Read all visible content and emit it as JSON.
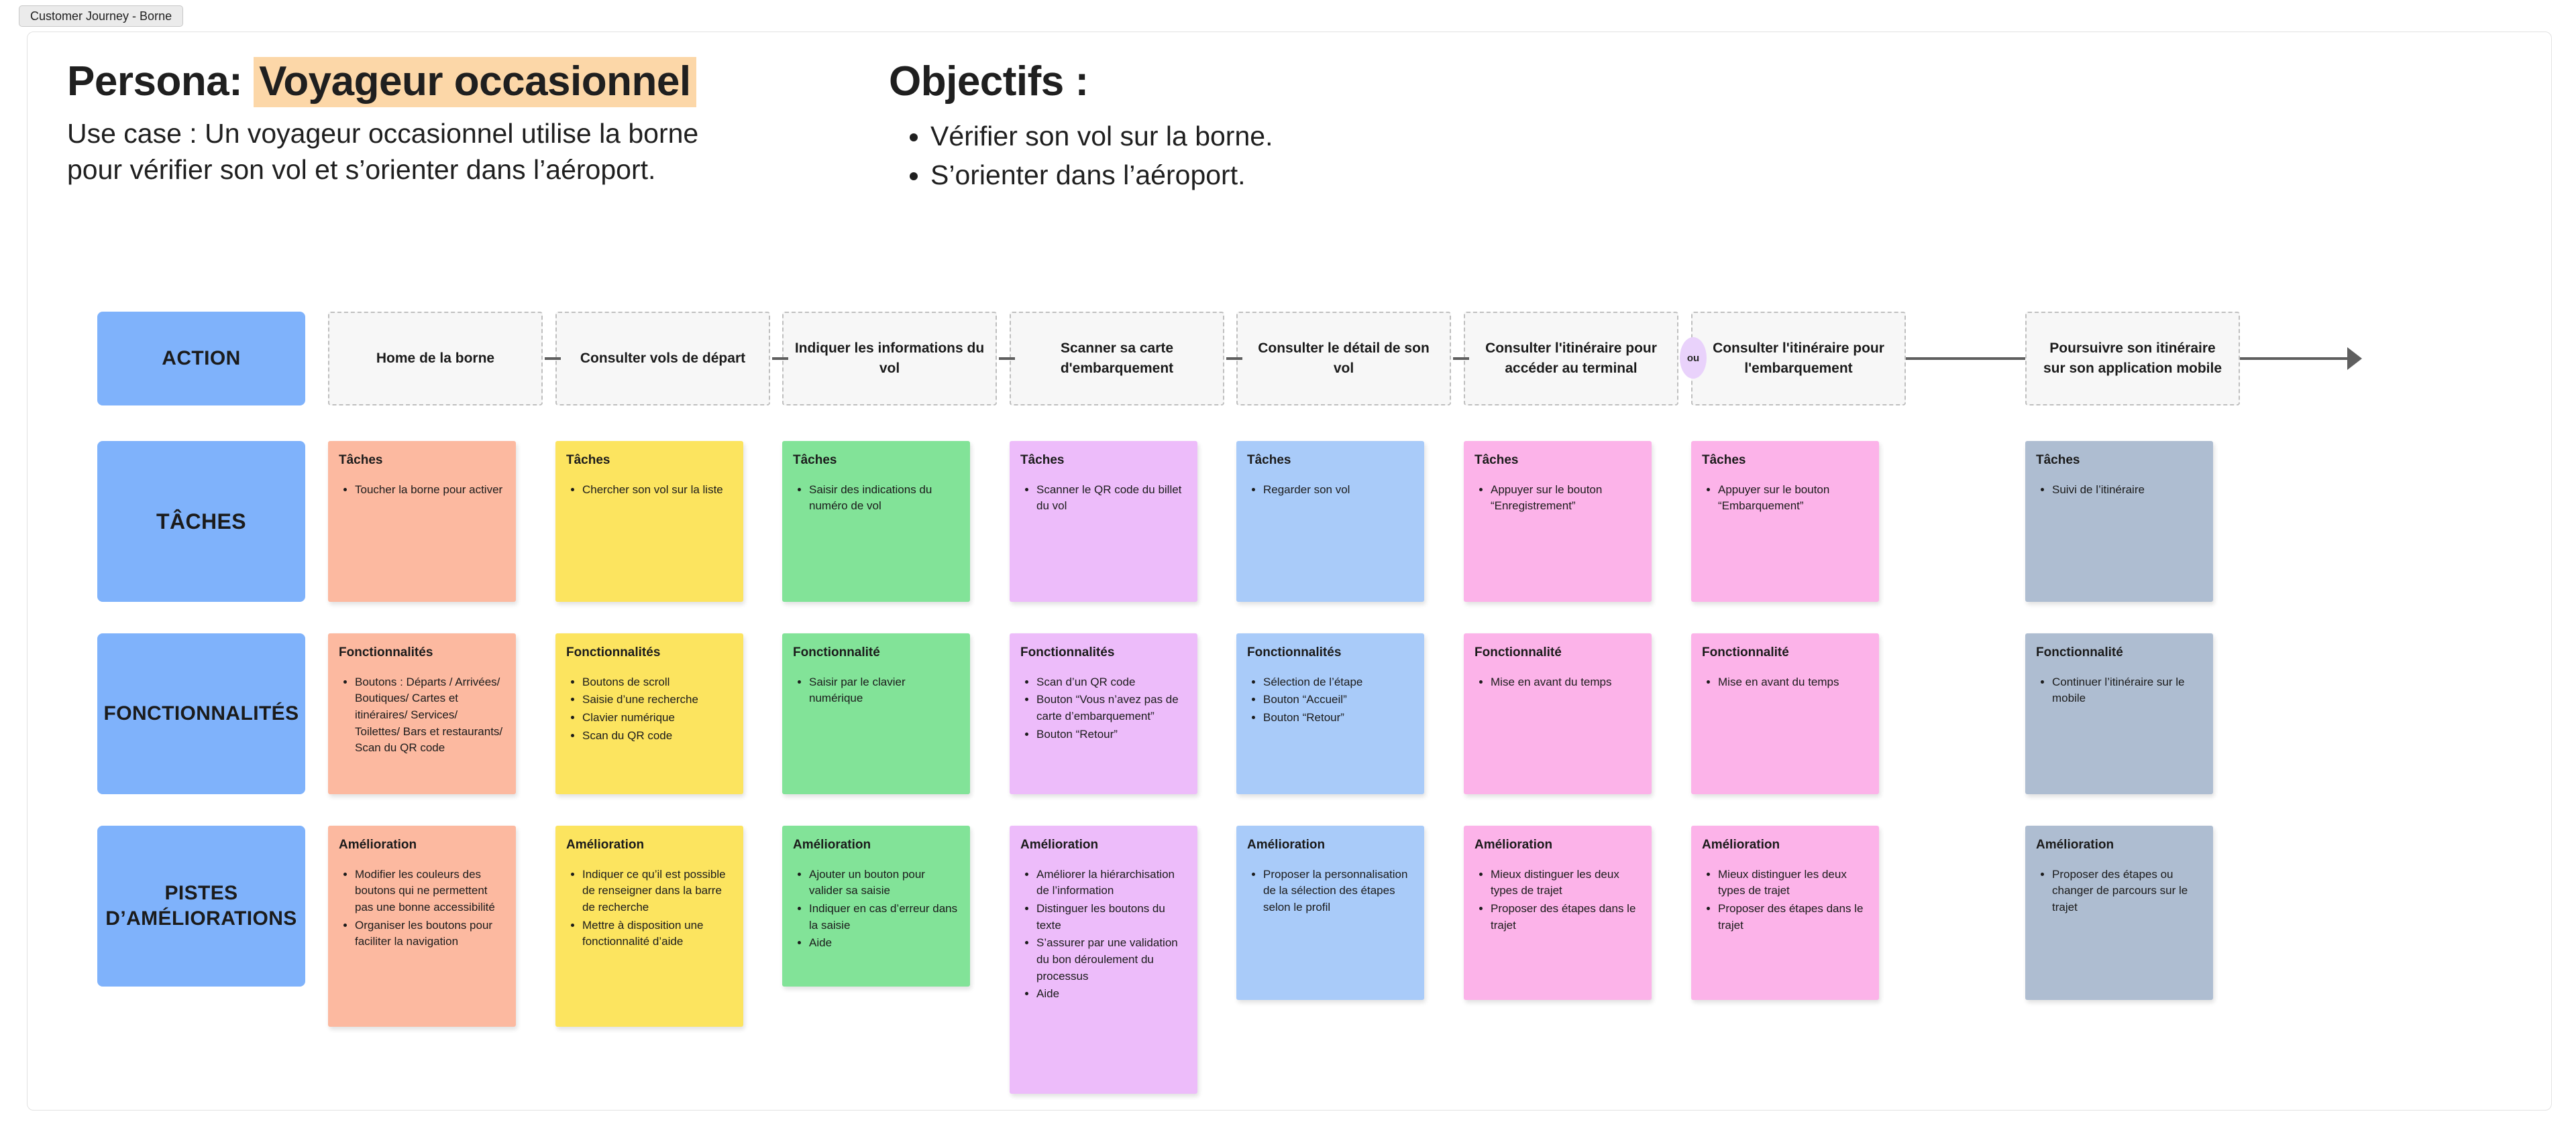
{
  "window": {
    "tab_label": "Customer Journey - Borne"
  },
  "header": {
    "persona_label": "Persona:",
    "persona_name": "Voyageur occasionnel",
    "use_case": "Use case : Un voyageur occasionnel utilise la borne pour vérifier son vol et s’orienter dans l’aéroport.",
    "objectifs_title": "Objectifs :",
    "objectifs": [
      "Vérifier son vol sur la borne.",
      "S’orienter dans l’aéroport."
    ]
  },
  "row_labels": {
    "action": "ACTION",
    "taches": "TÂCHES",
    "fonctionnalites": "FONCTIONNALITÉS",
    "pistes": "PISTES D’AMÉLIORATIONS"
  },
  "connector_ou_label": "ou",
  "palette": {
    "header_highlight": "#fcd7a8",
    "row_label_blue": "#7fb2fb",
    "step_card_bg": "#f7f7f7",
    "step_card_border": "#bfbfbf",
    "connector": "#5f5f5f",
    "ou_badge": "#e9d2fb",
    "note_salmon": "#fcb9a0",
    "note_yellow": "#fce45f",
    "note_green": "#82e398",
    "note_purple": "#edbcfa",
    "note_blue": "#a9cbf9",
    "note_pink": "#fcb3e9",
    "note_gray": "#aebdd1"
  },
  "columns": [
    {
      "id": "col1",
      "color": "#fcb9a0",
      "action": "Home de la borne",
      "taches": {
        "title": "Tâches",
        "items": [
          "Toucher la borne pour activer"
        ]
      },
      "fonctionnalites": {
        "title": "Fonctionnalités",
        "items": [
          "Boutons : Départs / Arrivées/ Boutiques/ Cartes et itinéraires/ Services/ Toilettes/ Bars et restaurants/ Scan du QR code"
        ]
      },
      "amelioration": {
        "title": "Amélioration",
        "items": [
          "Modifier les couleurs des boutons qui ne permettent pas une bonne accessibilité",
          "Organiser les boutons pour faciliter la navigation"
        ]
      }
    },
    {
      "id": "col2",
      "color": "#fce45f",
      "action": "Consulter vols de départ",
      "taches": {
        "title": "Tâches",
        "items": [
          "Chercher son vol sur la liste"
        ]
      },
      "fonctionnalites": {
        "title": "Fonctionnalités",
        "items": [
          "Boutons de scroll",
          "Saisie d’une recherche",
          "Clavier numérique",
          "Scan du QR code"
        ]
      },
      "amelioration": {
        "title": "Amélioration",
        "items": [
          "Indiquer ce qu’il est possible de renseigner dans la barre de recherche",
          "Mettre à disposition une fonctionnalité d’aide"
        ]
      }
    },
    {
      "id": "col3",
      "color": "#82e398",
      "action": "Indiquer les informations du vol",
      "taches": {
        "title": "Tâches",
        "items": [
          "Saisir des indications du numéro de vol"
        ]
      },
      "fonctionnalites": {
        "title": "Fonctionnalité",
        "items": [
          "Saisir par le clavier numérique"
        ]
      },
      "amelioration": {
        "title": "Amélioration",
        "items": [
          "Ajouter un bouton pour valider sa saisie",
          "Indiquer en cas d’erreur dans la saisie",
          "Aide"
        ]
      }
    },
    {
      "id": "col4",
      "color": "#edbcfa",
      "action": "Scanner sa carte d'embarquement",
      "taches": {
        "title": "Tâches",
        "items": [
          "Scanner le QR code du billet du vol"
        ]
      },
      "fonctionnalites": {
        "title": "Fonctionnalités",
        "items": [
          "Scan d’un QR code",
          "Bouton “Vous n’avez pas de carte d’embarquement”",
          "Bouton “Retour”"
        ]
      },
      "amelioration": {
        "title": "Amélioration",
        "items": [
          "Améliorer la hiérarchisation de l’information",
          "Distinguer les boutons du texte",
          "S’assurer par une validation du bon déroulement du processus",
          "Aide"
        ]
      }
    },
    {
      "id": "col5",
      "color": "#a9cbf9",
      "action": "Consulter le détail de son vol",
      "taches": {
        "title": "Tâches",
        "items": [
          "Regarder son vol"
        ]
      },
      "fonctionnalites": {
        "title": "Fonctionnalités",
        "items": [
          "Sélection de l’étape",
          "Bouton “Accueil”",
          "Bouton “Retour”"
        ]
      },
      "amelioration": {
        "title": "Amélioration",
        "items": [
          "Proposer la personnalisation de la sélection des étapes selon le profil"
        ]
      }
    },
    {
      "id": "col6",
      "color": "#fcb3e9",
      "action": "Consulter l'itinéraire pour accéder au terminal",
      "taches": {
        "title": "Tâches",
        "items": [
          "Appuyer sur le bouton “Enregistrement”"
        ]
      },
      "fonctionnalites": {
        "title": "Fonctionnalité",
        "items": [
          "Mise en avant du temps"
        ]
      },
      "amelioration": {
        "title": "Amélioration",
        "items": [
          "Mieux distinguer les deux types de trajet",
          "Proposer des étapes dans le trajet"
        ]
      }
    },
    {
      "id": "col7",
      "color": "#fcb3e9",
      "action": "Consulter l'itinéraire pour l'embarquement",
      "taches": {
        "title": "Tâches",
        "items": [
          "Appuyer sur le bouton “Embarquement”"
        ]
      },
      "fonctionnalites": {
        "title": "Fonctionnalité",
        "items": [
          "Mise en avant du temps"
        ]
      },
      "amelioration": {
        "title": "Amélioration",
        "items": [
          "Mieux distinguer les deux types de trajet",
          "Proposer des étapes dans le trajet"
        ]
      }
    },
    {
      "id": "col8",
      "color": "#aebdd1",
      "action": "Poursuivre son itinéraire sur son application mobile",
      "taches": {
        "title": "Tâches",
        "items": [
          "Suivi de l’itinéraire"
        ]
      },
      "fonctionnalites": {
        "title": "Fonctionnalité",
        "items": [
          "Continuer l’itinéraire sur le mobile"
        ]
      },
      "amelioration": {
        "title": "Amélioration",
        "items": [
          "Proposer des étapes ou changer de parcours sur le trajet"
        ]
      }
    }
  ]
}
